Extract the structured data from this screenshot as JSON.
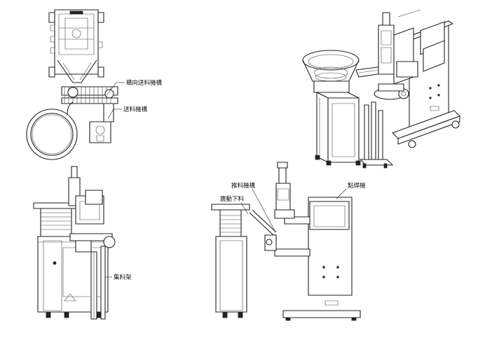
{
  "callouts": {
    "lateral_feed": "橫向送料機構",
    "feed": "送料機構",
    "push": "推料機構",
    "vibrate_drop": "震動下料",
    "spot_welder": "點焊機",
    "collector": "集料架"
  }
}
